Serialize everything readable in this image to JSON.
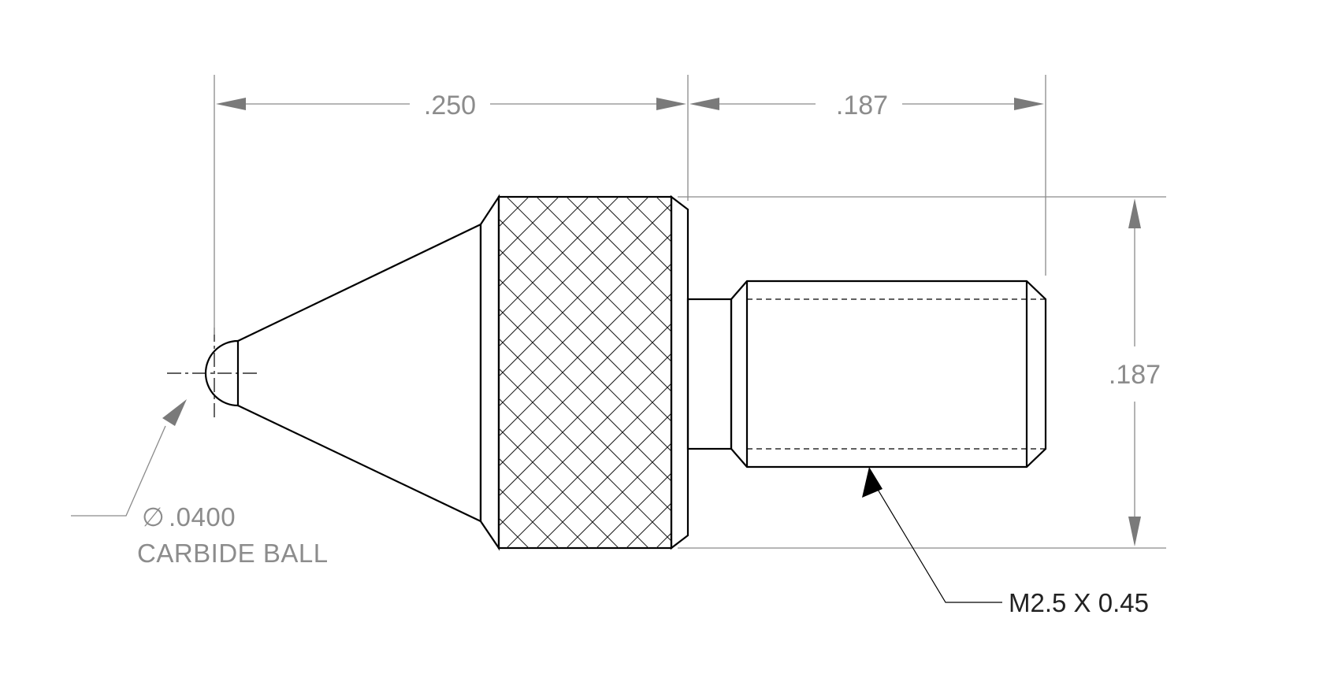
{
  "dimensions": {
    "tip_to_knurl": ".250",
    "shank_length": ".187",
    "knurl_height": ".187"
  },
  "callouts": {
    "ball_diameter_symbol": "∅",
    "ball_diameter": ".0400",
    "ball_material": "CARBIDE BALL",
    "thread_spec": "M2.5 X 0.45"
  },
  "colors": {
    "part_outline": "#000000",
    "dimension_lines": "#8a8a8a",
    "dimension_text": "#8c8c8c"
  }
}
